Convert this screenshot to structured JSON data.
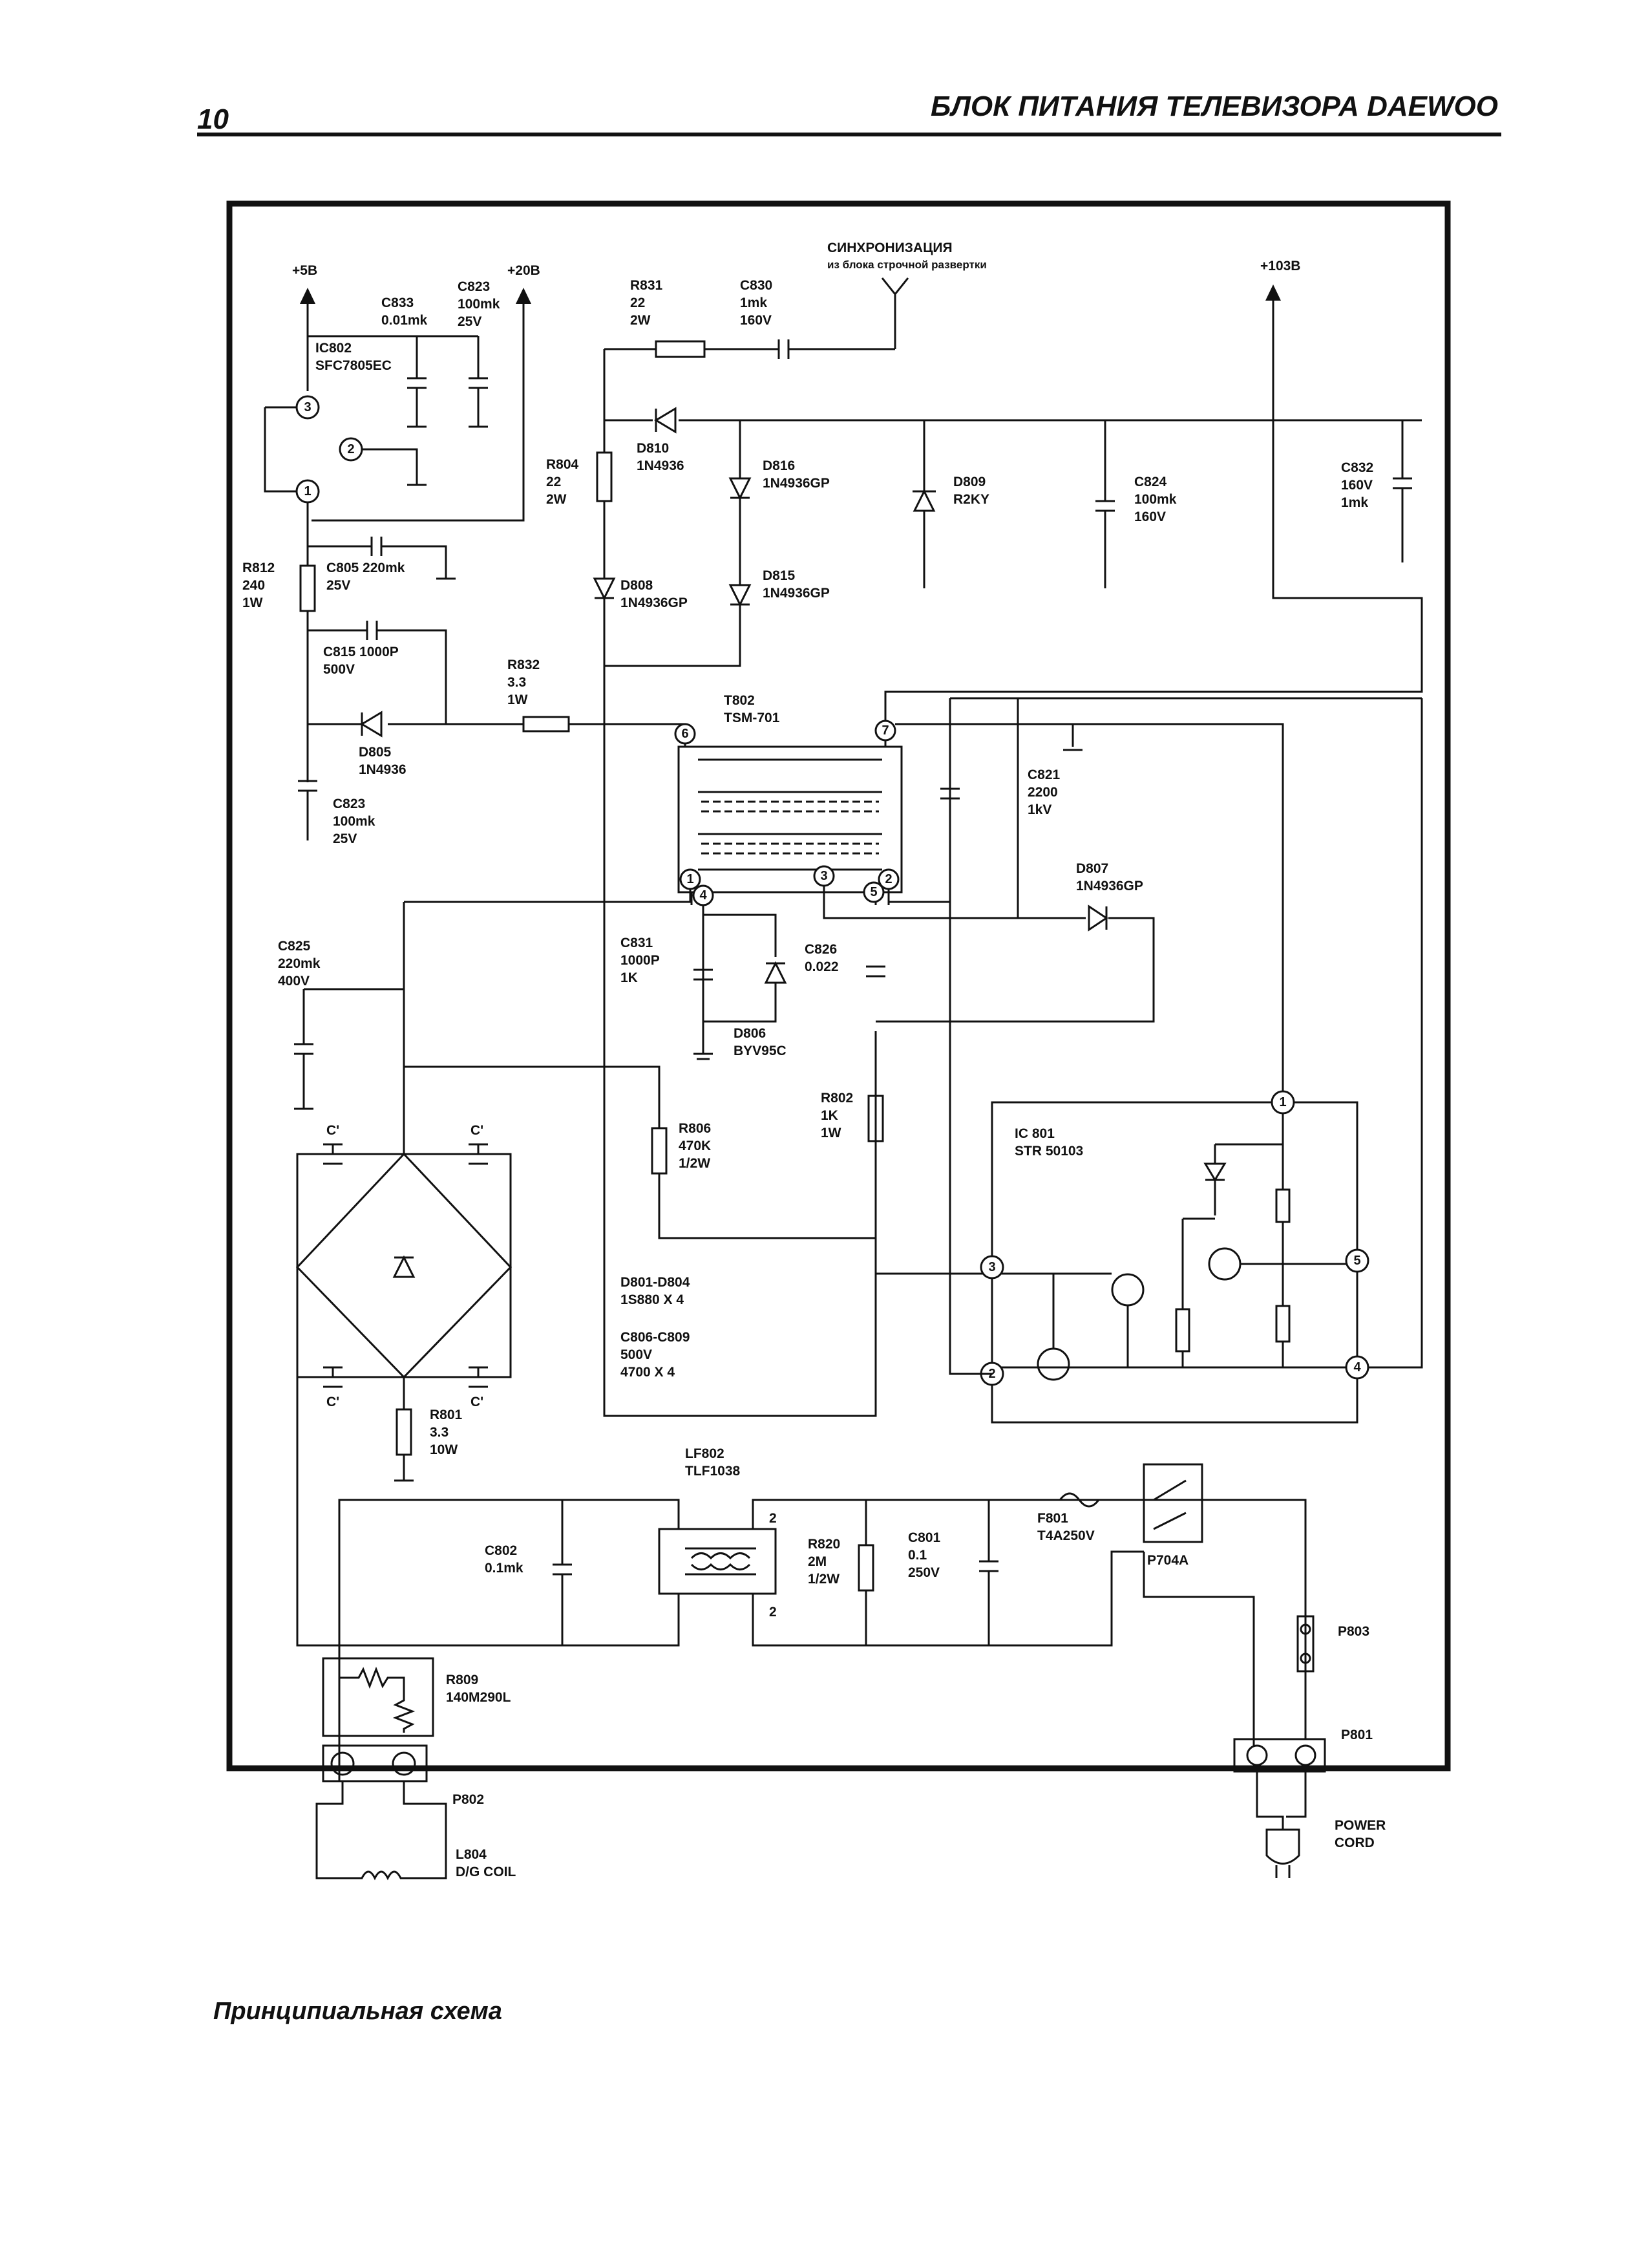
{
  "header": {
    "page_number": "10",
    "title": "БЛОК ПИТАНИЯ ТЕЛЕВИЗОРА DAEWOO"
  },
  "caption": "Принципиальная схема",
  "rails": {
    "p5v": "+5В",
    "p20v": "+20В",
    "p103v": "+103В"
  },
  "sync": {
    "title": "СИНХРОНИЗАЦИЯ",
    "subtitle": "из блока строчной развертки"
  },
  "components": {
    "c833": [
      "C833",
      "0.01mk"
    ],
    "c823a": [
      "C823",
      "100mk",
      "25V"
    ],
    "ic802": [
      "IC802",
      "SFC7805EC"
    ],
    "r831": [
      "R831",
      "22",
      "2W"
    ],
    "c830": [
      "C830",
      "1mk",
      "160V"
    ],
    "d810": [
      "D810",
      "1N4936"
    ],
    "r804": [
      "R804",
      "22",
      "2W"
    ],
    "d816": [
      "D816",
      "1N4936GP"
    ],
    "d809": [
      "D809",
      "R2KY"
    ],
    "c824": [
      "C824",
      "100mk",
      "160V"
    ],
    "c832": [
      "C832",
      "160V",
      "1mk"
    ],
    "r812": [
      "R812",
      "240",
      "1W"
    ],
    "c805": [
      "C805 220mk",
      "25V"
    ],
    "d808": [
      "D808",
      "1N4936GP"
    ],
    "d815": [
      "D815",
      "1N4936GP"
    ],
    "c815": [
      "C815 1000P",
      "500V"
    ],
    "r832": [
      "R832",
      "3.3",
      "1W"
    ],
    "t802": [
      "T802",
      "TSM-701"
    ],
    "d805": [
      "D805",
      "1N4936"
    ],
    "c823b": [
      "C823",
      "100mk",
      "25V"
    ],
    "c821": [
      "C821",
      "2200",
      "1kV"
    ],
    "d807": [
      "D807",
      "1N4936GP"
    ],
    "c825": [
      "C825",
      "220mk",
      "400V"
    ],
    "c831": [
      "C831",
      "1000P",
      "1K"
    ],
    "c826": [
      "C826",
      "0.022"
    ],
    "d806": [
      "D806",
      "BYV95C"
    ],
    "r806": [
      "R806",
      "470K",
      "1/2W"
    ],
    "r802": [
      "R802",
      "1K",
      "1W"
    ],
    "ic801": [
      "IC 801",
      "STR 50103"
    ],
    "d801": [
      "D801-D804",
      "1S880 X 4"
    ],
    "c806": [
      "C806-C809",
      "500V",
      "4700 X 4"
    ],
    "r801": [
      "R801",
      "3.3",
      "10W"
    ],
    "lf802": [
      "LF802",
      "TLF1038"
    ],
    "c802": [
      "C802",
      "0.1mk"
    ],
    "r820": [
      "R820",
      "2M",
      "1/2W"
    ],
    "c801": [
      "C801",
      "0.1",
      "250V"
    ],
    "f801": [
      "F801",
      "T4A250V"
    ],
    "p704a": [
      "P704A"
    ],
    "p803": [
      "P803"
    ],
    "p801": [
      "P801"
    ],
    "r809": [
      "R809",
      "140M290L"
    ],
    "p802": [
      "P802"
    ],
    "l804": [
      "L804",
      "D/G COIL"
    ],
    "power_cord": [
      "POWER",
      "CORD"
    ]
  },
  "bridge_caps": {
    "c_prime": "C'"
  },
  "lf802_pins": {
    "top": "2",
    "bottom": "2"
  },
  "pins": {
    "ic802": [
      "3",
      "2",
      "1"
    ],
    "t802": [
      "6",
      "7",
      "1",
      "4",
      "3",
      "5",
      "2"
    ],
    "ic801": [
      "1",
      "3",
      "5",
      "2",
      "4"
    ]
  }
}
